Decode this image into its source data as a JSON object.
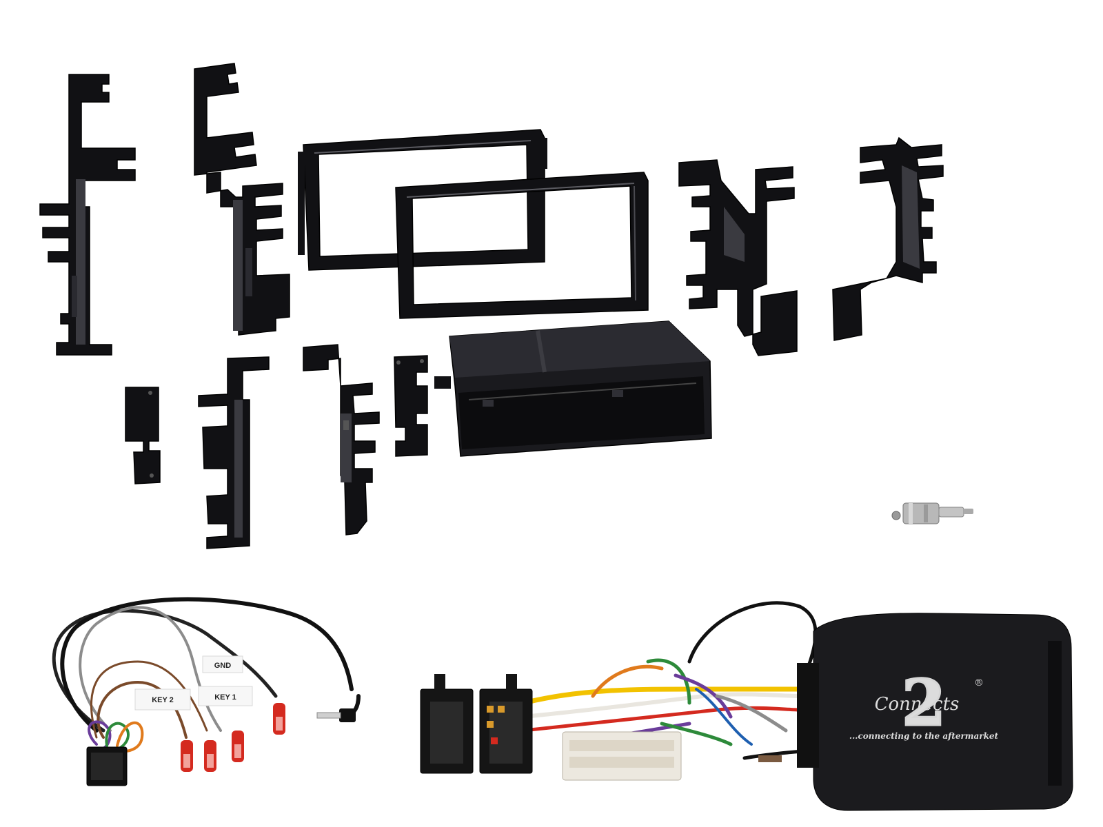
{
  "labels": {
    "gnd": "GND",
    "key2": "KEY 2",
    "key1": "KEY 1"
  },
  "logo": {
    "brand": "Connects",
    "mark": "2",
    "registered": "®",
    "tagline": "...connecting to the aftermarket"
  },
  "colors": {
    "plastic": "#111114",
    "background": "#ffffff",
    "red_terminal": "#d42a1f",
    "wire_yellow": "#f2c200",
    "wire_white": "#e9e6df",
    "wire_red": "#d42a1f",
    "wire_green": "#2d8a3a",
    "wire_purple": "#6a3c9a",
    "wire_orange": "#e07a1c",
    "wire_grey": "#8c8c8c",
    "wire_brown": "#7a4a2a"
  }
}
